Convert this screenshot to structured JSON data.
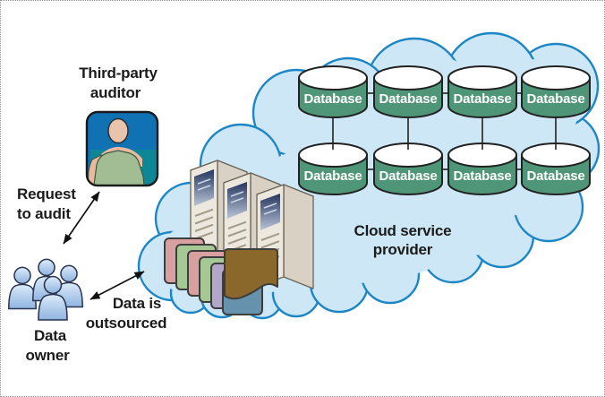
{
  "labels": {
    "auditor": [
      "Third-party",
      "auditor"
    ],
    "request": [
      "Request",
      "to audit"
    ],
    "owner": [
      "Data",
      "owner"
    ],
    "outsourced": [
      "Data is",
      "outsourced"
    ],
    "cloud": [
      "Cloud service",
      "provider"
    ]
  },
  "databases": {
    "rows": 2,
    "columns": 4,
    "items": [
      {
        "label": "Database"
      },
      {
        "label": "Database"
      },
      {
        "label": "Database"
      },
      {
        "label": "Database"
      },
      {
        "label": "Database"
      },
      {
        "label": "Database"
      },
      {
        "label": "Database"
      },
      {
        "label": "Database"
      }
    ]
  },
  "icons": {
    "auditor": "third-party-auditor-icon",
    "data_owner": "data-owner-people-icon",
    "servers": "server-towers-icon",
    "folders": "data-folders-icon",
    "cloud": "cloud-shape",
    "database": "database-cylinder-icon",
    "arrows": [
      "audit-request-arrow",
      "data-outsourced-arrow"
    ]
  },
  "colors": {
    "cloud_fill": "#cde7f6",
    "cloud_stroke": "#1d86c5",
    "database_green": "#4f9577",
    "database_outline": "#222222",
    "auditor_blue": "#1071b3",
    "desk_teal": "#0d8796",
    "shirt_green": "#a2bd94",
    "skin": "#e9c4ac",
    "people_fill_top": "#dcebfa",
    "people_fill_bottom": "#8fb3e0",
    "people_outline": "#2a3550",
    "server_front": "#ece8de",
    "server_side": "#d9d2c4",
    "server_top": "#f6f3ec",
    "server_panel_dark": "#26365f",
    "folders": [
      "#d9a0a0",
      "#a5c894",
      "#d9a0a0",
      "#a5c894",
      "#b3a6cb",
      "#6792ad",
      "#8a672b"
    ],
    "arrow": "#111111",
    "text": "#1b1b1b",
    "frame_border": "#8c8c8c"
  }
}
